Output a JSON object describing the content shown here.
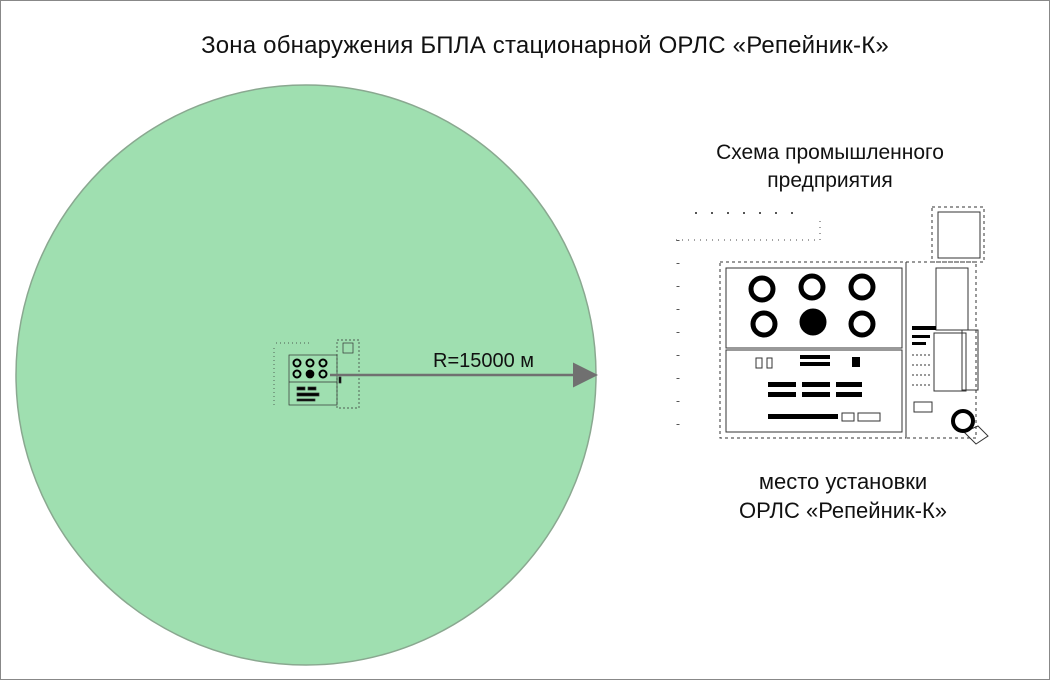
{
  "title": "Зона обнаружения БПЛА стационарной ОРЛС «Репейник-К»",
  "radius_label": "R=15000 м",
  "scheme_title_line1": "Схема промышленного",
  "scheme_title_line2": "предприятия",
  "install_label_line1": "место установки",
  "install_label_line2": "ОРЛС «Репейник-К»",
  "colors": {
    "zone_fill": "#9fdfb0",
    "zone_stroke": "#8aa890",
    "arrow": "#707070",
    "ink": "#111111"
  }
}
